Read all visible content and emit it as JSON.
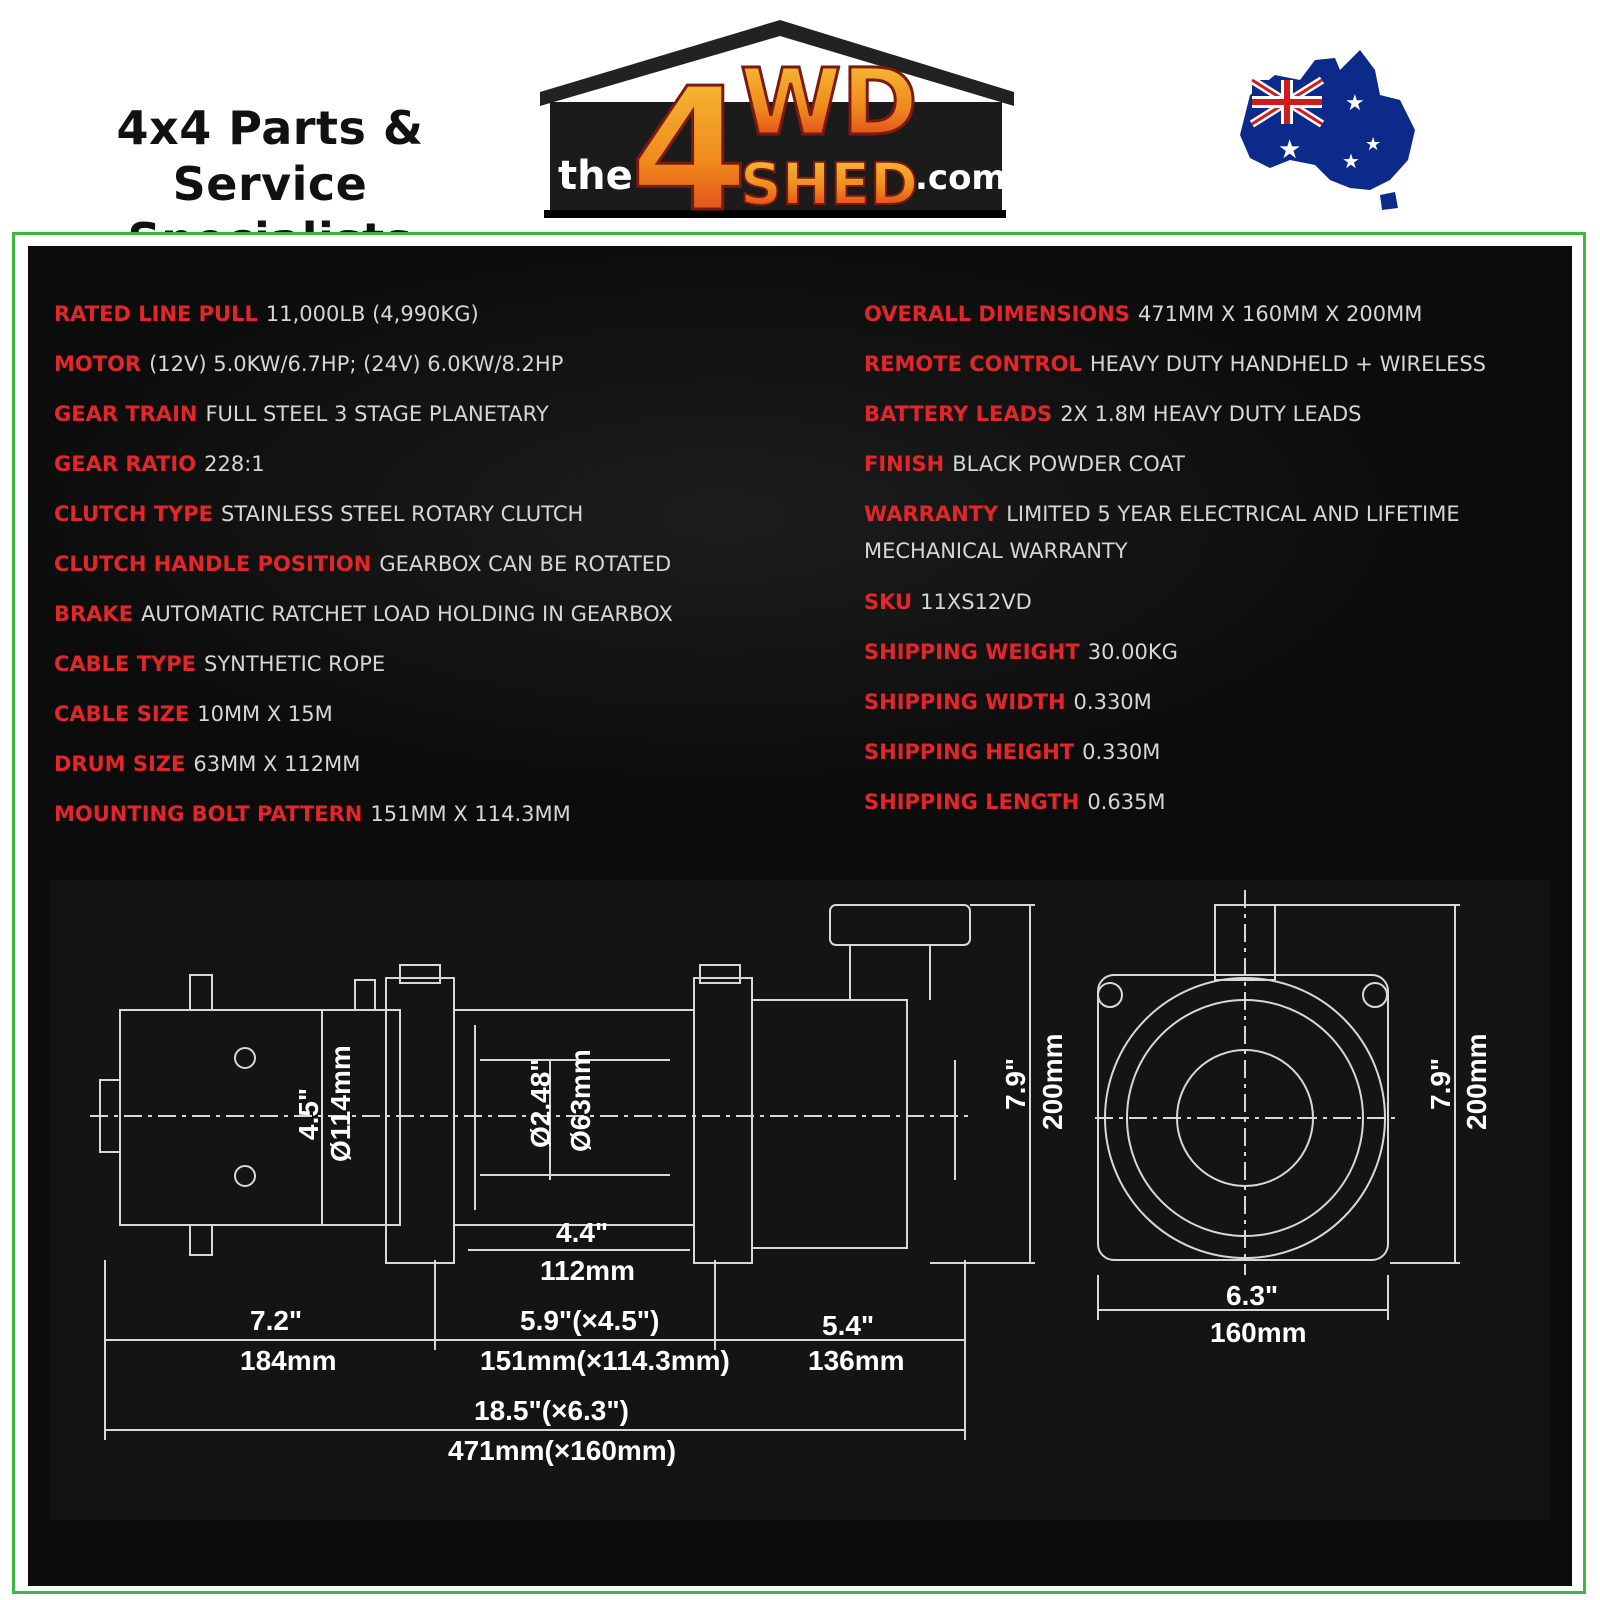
{
  "header": {
    "tagline_line1": "4x4 Parts & Service",
    "tagline_line2": "Specialists",
    "logo": {
      "the": "the",
      "number": "4",
      "wd": "WD",
      "shed": "SHED",
      "com": ".com"
    },
    "colors": {
      "logo_orange": "#f39c12",
      "logo_red": "#d8261c",
      "frame_green": "#3fb63f",
      "label_red": "#e2262a"
    }
  },
  "specs_left": [
    {
      "label": "RATED LINE PULL",
      "value": "11,000LB (4,990KG)"
    },
    {
      "label": "MOTOR",
      "value": "(12V) 5.0KW/6.7HP; (24V) 6.0KW/8.2HP"
    },
    {
      "label": "GEAR TRAIN",
      "value": "FULL STEEL 3 STAGE PLANETARY"
    },
    {
      "label": "GEAR RATIO",
      "value": "228:1"
    },
    {
      "label": "CLUTCH TYPE",
      "value": "STAINLESS STEEL ROTARY CLUTCH"
    },
    {
      "label": "CLUTCH HANDLE POSITION",
      "value": "GEARBOX CAN BE ROTATED"
    },
    {
      "label": "BRAKE",
      "value": "AUTOMATIC RATCHET LOAD HOLDING IN GEARBOX"
    },
    {
      "label": "CABLE TYPE",
      "value": "SYNTHETIC ROPE"
    },
    {
      "label": "CABLE SIZE",
      "value": "10MM X 15M"
    },
    {
      "label": "DRUM SIZE",
      "value": "63MM X 112MM"
    },
    {
      "label": "MOUNTING BOLT PATTERN",
      "value": "151MM X 114.3MM"
    }
  ],
  "specs_right": [
    {
      "label": "OVERALL DIMENSIONS",
      "value": "471MM X 160MM X 200MM"
    },
    {
      "label": "REMOTE CONTROL",
      "value": "HEAVY DUTY HANDHELD + WIRELESS"
    },
    {
      "label": "BATTERY LEADS",
      "value": "2X 1.8M HEAVY DUTY LEADS"
    },
    {
      "label": "FINISH",
      "value": "BLACK POWDER COAT"
    },
    {
      "label": "WARRANTY",
      "value": "LIMITED 5 YEAR ELECTRICAL AND LIFETIME MECHANICAL WARRANTY"
    },
    {
      "label": "SKU",
      "value": "11XS12VD"
    },
    {
      "label": "SHIPPING WEIGHT",
      "value": "30.00KG"
    },
    {
      "label": "SHIPPING WIDTH",
      "value": "0.330M"
    },
    {
      "label": "SHIPPING HEIGHT",
      "value": "0.330M"
    },
    {
      "label": "SHIPPING LENGTH",
      "value": "0.635M"
    }
  ],
  "drawing": {
    "motor_dia_in": "4.5\"",
    "motor_dia_mm": "Ø114mm",
    "drum_dia_in": "Ø2.48\"",
    "drum_dia_mm": "Ø63mm",
    "drum_len_in": "4.4\"",
    "drum_len_mm": "112mm",
    "seg1_in": "7.2\"",
    "seg1_mm": "184mm",
    "seg2_in": "5.9\"(×4.5\")",
    "seg2_mm": "151mm(×114.3mm)",
    "seg3_in": "5.4\"",
    "seg3_mm": "136mm",
    "total_in": "18.5\"(×6.3\")",
    "total_mm": "471mm(×160mm)",
    "height_in": "7.9\"",
    "height_mm": "200mm",
    "end_height_in": "7.9\"",
    "end_height_mm": "200mm",
    "end_width_in": "6.3\"",
    "end_width_mm": "160mm"
  }
}
